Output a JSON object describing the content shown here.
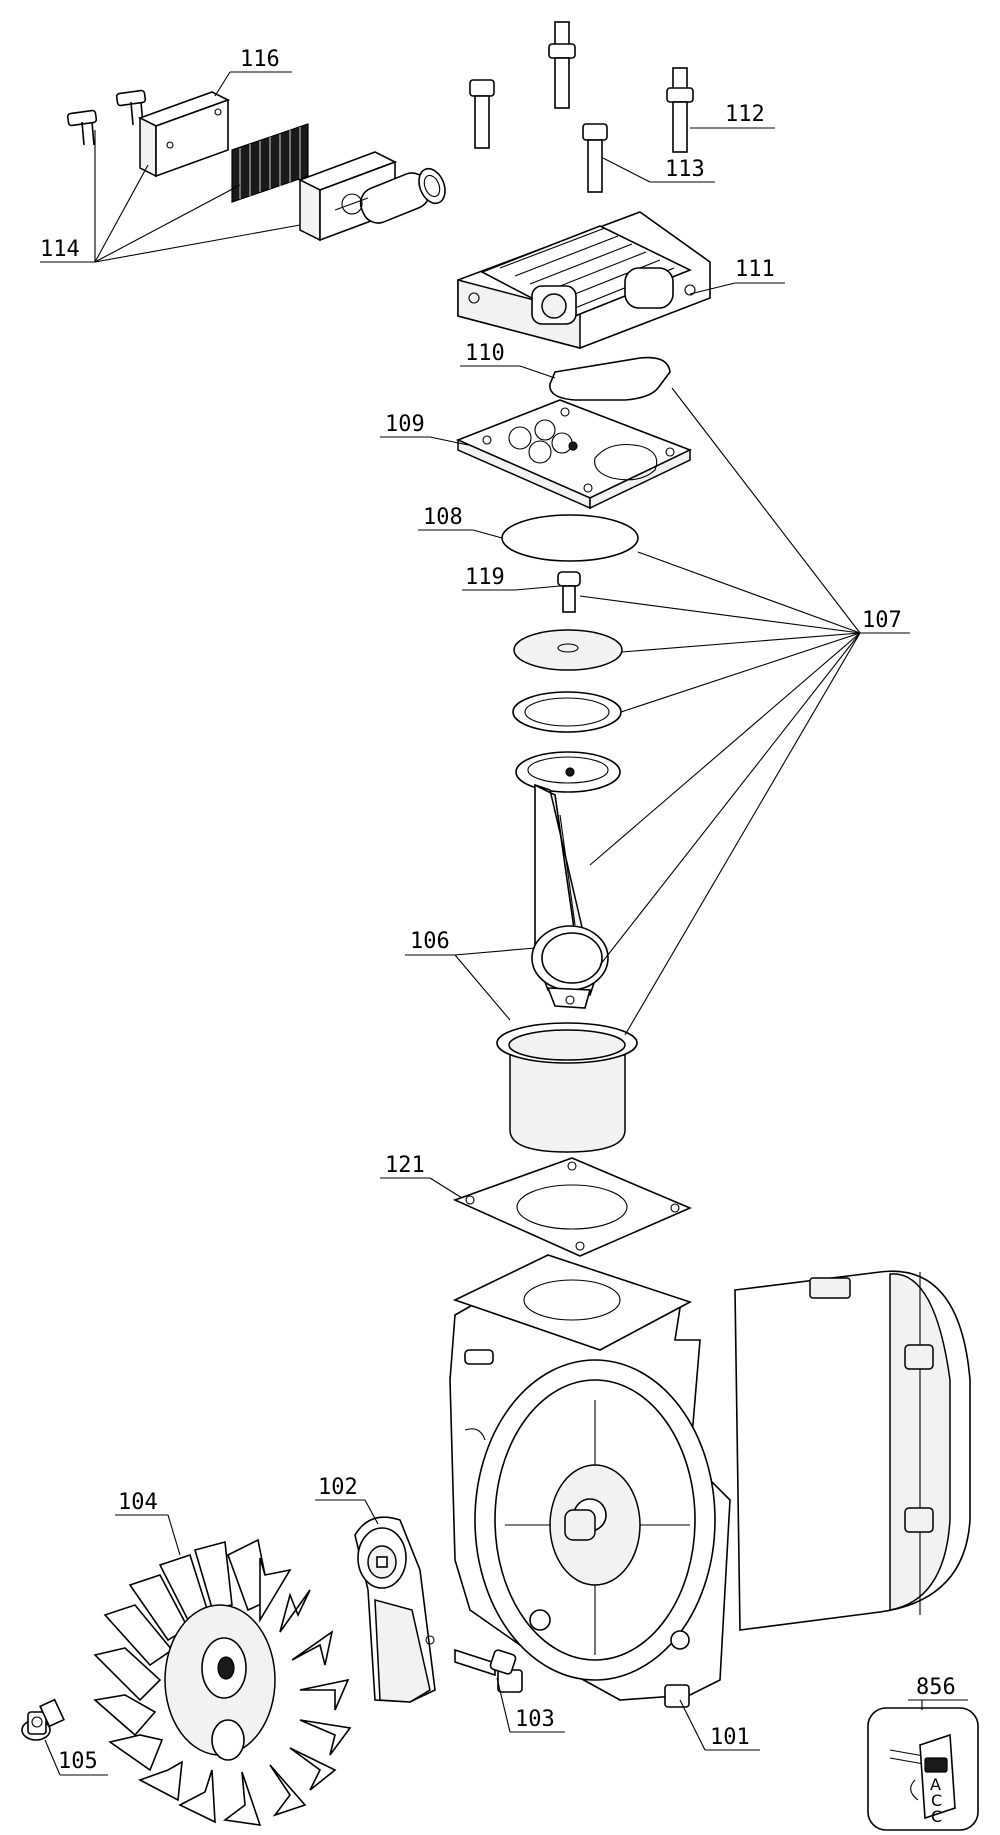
{
  "labels": {
    "p116": "116",
    "p112": "112",
    "p113": "113",
    "p114": "114",
    "p111": "111",
    "p110": "110",
    "p109": "109",
    "p108": "108",
    "p119": "119",
    "p107": "107",
    "p106": "106",
    "p121": "121",
    "p104": "104",
    "p102": "102",
    "p856": "856",
    "p103": "103",
    "p101": "101",
    "p105": "105"
  },
  "badge": {
    "line1": "A",
    "line2": "C",
    "line3": "C"
  }
}
